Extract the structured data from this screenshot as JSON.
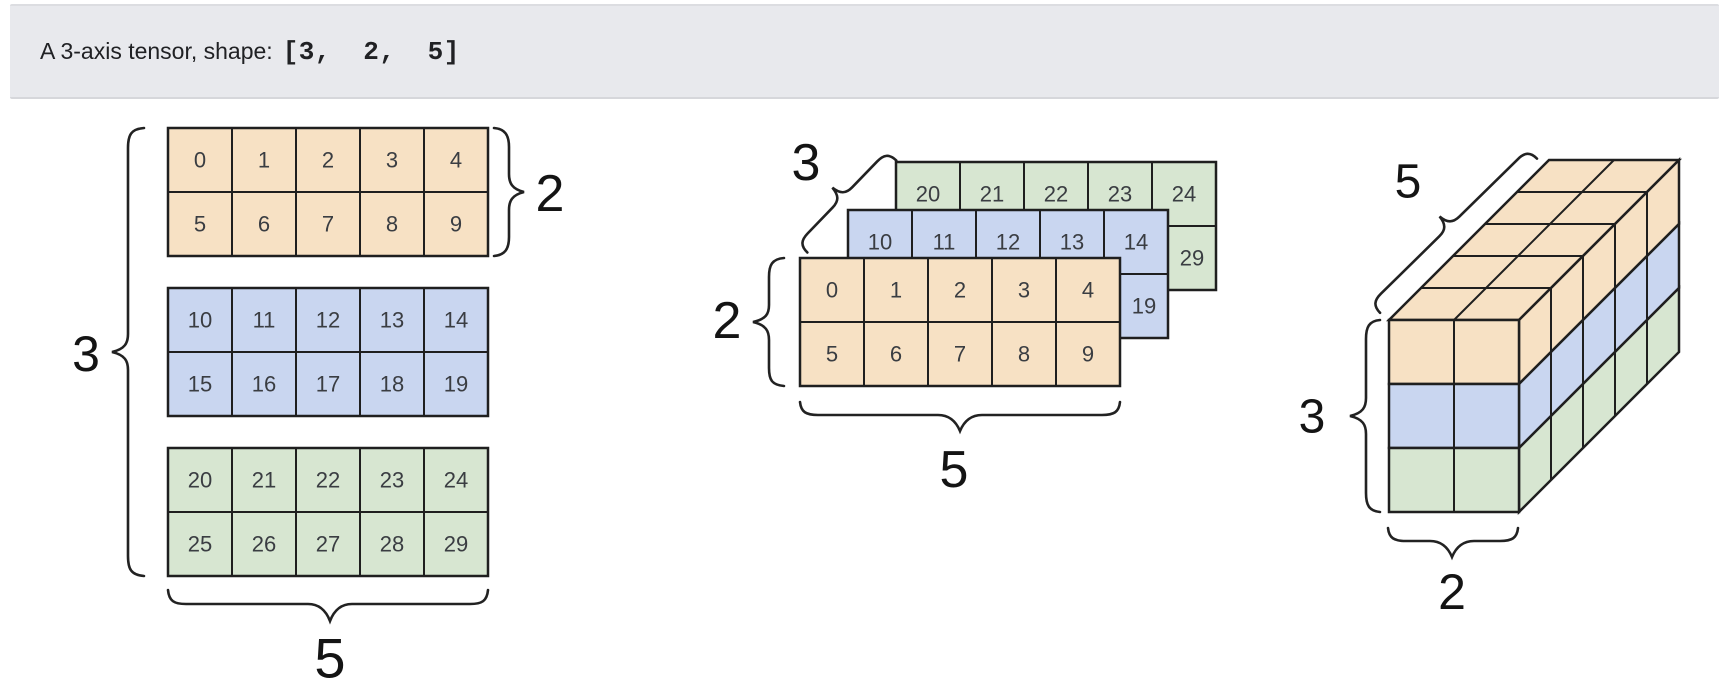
{
  "header": {
    "title": "A 3-axis tensor, shape:",
    "shape": "[3,  2,  5]"
  },
  "axis_labels": {
    "axis0": "3",
    "axis1": "2",
    "axis2": "5"
  },
  "tensor": {
    "shape": [
      3,
      2,
      5
    ],
    "layers": [
      {
        "id": "layer-0",
        "color": "#f7e1c4",
        "rows": [
          [
            0,
            1,
            2,
            3,
            4
          ],
          [
            5,
            6,
            7,
            8,
            9
          ]
        ]
      },
      {
        "id": "layer-1",
        "color": "#c9d6f0",
        "rows": [
          [
            10,
            11,
            12,
            13,
            14
          ],
          [
            15,
            16,
            17,
            18,
            19
          ]
        ]
      },
      {
        "id": "layer-2",
        "color": "#d7e6d1",
        "rows": [
          [
            20,
            21,
            22,
            23,
            24
          ],
          [
            25,
            26,
            27,
            28,
            29
          ]
        ]
      }
    ]
  },
  "colors": {
    "layer0_fill": "#f7e1c4",
    "layer1_fill": "#c9d6f0",
    "layer2_fill": "#d7e6d1",
    "stroke": "#1f1f1f",
    "header_bg": "#e8e9ed",
    "header_text": "#202124"
  }
}
